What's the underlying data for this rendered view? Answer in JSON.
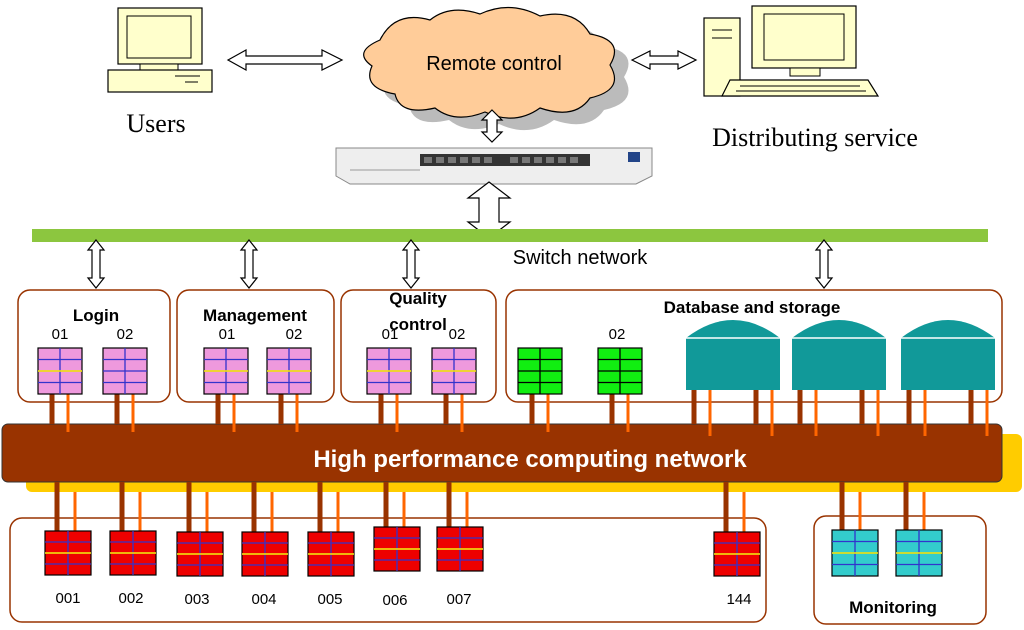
{
  "top": {
    "users_label": "Users",
    "remote_label": "Remote control",
    "distributing_label": "Distributing service",
    "switch_network_label": "Switch network"
  },
  "groups": {
    "login": {
      "title": "Login",
      "nodes": [
        "01",
        "02"
      ]
    },
    "management": {
      "title": "Management",
      "nodes": [
        "01",
        "02"
      ]
    },
    "quality": {
      "title_line1": "Quality",
      "title_line2": "control",
      "nodes": [
        "01",
        "02"
      ]
    },
    "database": {
      "title": "Database and storage",
      "nodes": [
        "02"
      ]
    },
    "monitoring": {
      "title": "Monitoring"
    }
  },
  "hpc_label": "High performance computing network",
  "compute_nodes": [
    "001",
    "002",
    "003",
    "004",
    "005",
    "006",
    "007",
    "144"
  ],
  "colors": {
    "switch_bar": "#8cc63f",
    "hpc_bar": "#993300",
    "hpc_shadow": "#ffcc00",
    "cloud": "#ffcc99",
    "login_node": "#ee99dd",
    "db_node": "#11ee11",
    "storage": "#119999",
    "compute_node": "#ee0000",
    "monitor_node": "#33cccc",
    "box_border": "#993300"
  }
}
